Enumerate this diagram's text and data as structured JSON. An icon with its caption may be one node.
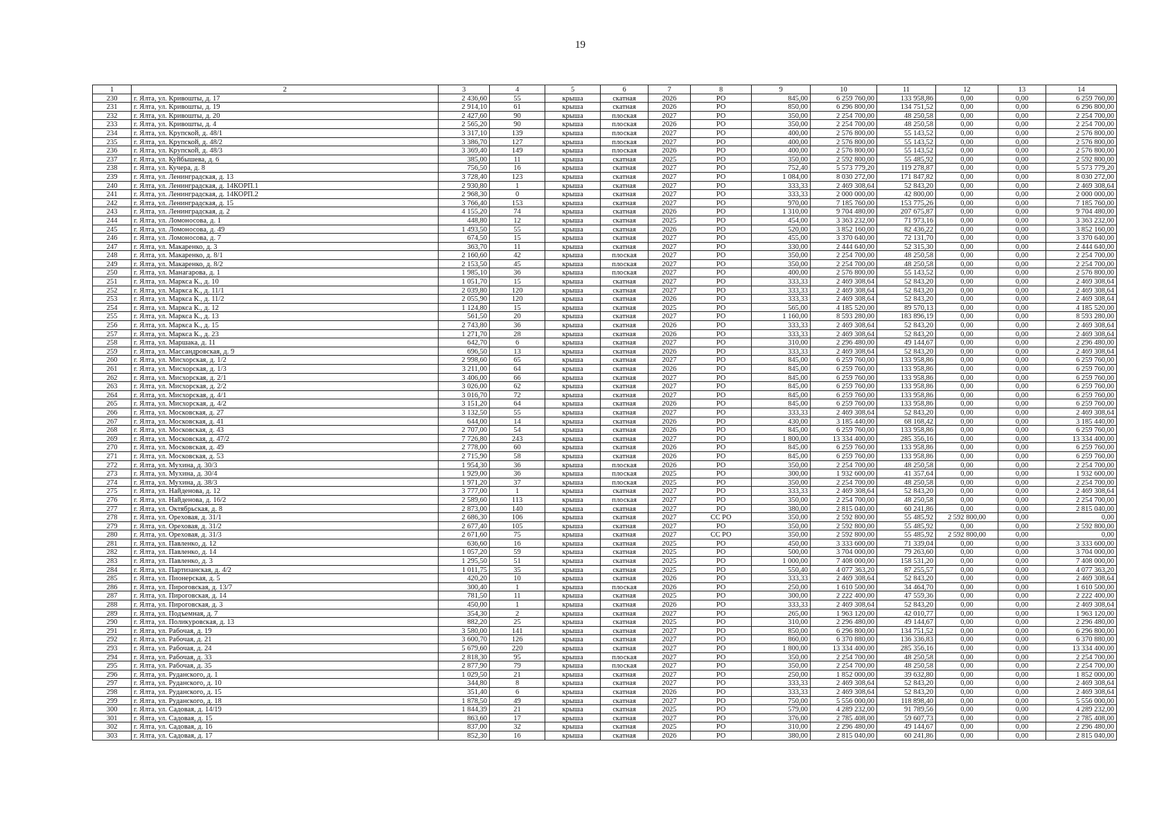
{
  "diagram": {
    "labels": [
      "19",
      "1",
      "2",
      "3",
      "4",
      "5",
      "6",
      "7",
      "8",
      "9",
      "10",
      "11",
      "12",
      "13",
      "14",
      "230",
      "г. Ялта, ул. Кривошты, д. 17",
      "2 436,60",
      "55",
      "крыша",
      "скатная",
      "2026",
      "РО",
      "845,00",
      "6 259 760,00",
      "133 958,86",
      "0,00",
      "0,00",
      "6 259 760,00",
      "231",
      "г. Ялта, ул. Кривошты, д. 19",
      "2 914,10",
      "61",
      "крыша",
      "скатная",
      "2026",
      "РО",
      "850,00",
      "6 296 800,00",
      "134 751,52",
      "0,00",
      "0,00",
      "6 296 800,00",
      "232",
      "г. Ялта, ул. Кривошты, д. 20",
      "2 427,60",
      "90",
      "крыша",
      "плоская",
      "2027",
      "РО",
      "350,00",
      "2 254 700,00",
      "48 250,58",
      "0,00",
      "0,00",
      "2 254 700,00",
      "233",
      "г. Ялта, ул. Кривошты, д. 4",
      "2 565,20",
      "90",
      "крыша",
      "плоская",
      "2026",
      "РО",
      "350,00",
      "2 254 700,00",
      "48 250,58",
      "0,00",
      "0,00",
      "2 254 700,00",
      "234",
      "г. Ялта, ул. Крупской, д. 48/1",
      "3 317,10",
      "139",
      "крыша",
      "плоская",
      "2027",
      "РО",
      "400,00",
      "2 576 800,00",
      "55 143,52",
      "0,00",
      "0,00",
      "2 576 800,00",
      "235",
      "г. Ялта, ул. Крупской, д. 48/2",
      "3 386,70",
      "127",
      "крыша",
      "плоская",
      "2027",
      "РО",
      "400,00",
      "2 576 800,00",
      "55 143,52",
      "0,00",
      "0,00",
      "2 576 800,00",
      "236",
      "г. Ялта, ул. Крупской, д. 48/3",
      "3 369,40",
      "149",
      "крыша",
      "плоская",
      "2026",
      "РО",
      "400,00",
      "2 576 800,00",
      "55 143,52",
      "0,00",
      "0,00",
      "2 576 800,00",
      "237",
      "г. Ялта, ул. Куйбышева, д. 6",
      "385,00",
      "11",
      "крыша",
      "скатная",
      "2025",
      "РО",
      "350,00",
      "2 592 800,00",
      "55 485,92",
      "0,00",
      "0,00",
      "2 592 800,00",
      "238",
      "г. Ялта, ул. Кучера, д. 8",
      "756,50",
      "16",
      "крыша",
      "скатная",
      "2027",
      "РО",
      "752,40",
      "5 573 779,20",
      "119 278,87",
      "0,00",
      "0,00",
      "5 573 779,20",
      "239",
      "г. Ялта, ул. Ленинградская, д. 13",
      "3 728,40",
      "123",
      "крыша",
      "скатная",
      "2027",
      "РО",
      "1 084,00",
      "8 030 272,00",
      "171 847,82",
      "0,00",
      "0,00",
      "8 030 272,00",
      "240",
      "г. Ялта, ул. Ленинградская, д. 14КОРП.1",
      "2 930,80",
      "1",
      "крыша",
      "скатная",
      "2027",
      "РО",
      "333,33",
      "2 469 308,64",
      "52 843,20",
      "0,00",
      "0,00",
      "2 469 308,64",
      "241",
      "г. Ялта, ул. Ленинградская, д. 14КОРП.2",
      "2 968,30",
      "0",
      "крыша",
      "скатная",
      "2027",
      "РО",
      "333,33",
      "2 000 000,00",
      "42 800,00",
      "0,00",
      "0,00",
      "2 000 000,00",
      "242",
      "г. Ялта, ул. Ленинградская, д. 15",
      "3 766,40",
      "153",
      "крыша",
      "скатная",
      "2027",
      "РО",
      "970,00",
      "7 185 760,00",
      "153 775,26",
      "0,00",
      "0,00",
      "7 185 760,00",
      "243",
      "г. Ялта, ул. Ленинградская, д. 2",
      "4 155,20",
      "74",
      "крыша",
      "скатная",
      "2026",
      "РО",
      "1 310,00",
      "9 704 480,00",
      "207 675,87",
      "0,00",
      "0,00",
      "9 704 480,00",
      "244",
      "г. Ялта, ул. Ломоносова, д. 1",
      "448,80",
      "12",
      "крыша",
      "скатная",
      "2025",
      "РО",
      "454,00",
      "3 363 232,00",
      "71 973,16",
      "0,00",
      "0,00",
      "3 363 232,00",
      "245",
      "г. Ялта, ул. Ломоносова, д. 49",
      "1 493,50",
      "55",
      "крыша",
      "скатная",
      "2026",
      "РО",
      "520,00",
      "3 852 160,00",
      "82 436,22",
      "0,00",
      "0,00",
      "3 852 160,00",
      "246",
      "г. Ялта, ул. Ломоносова, д. 7",
      "674,50",
      "15",
      "крыша",
      "скатная",
      "2027",
      "РО",
      "455,00",
      "3 370 640,00",
      "72 131,70",
      "0,00",
      "0,00",
      "3 370 640,00",
      "247",
      "г. Ялта, ул. Макаренко, д. 3",
      "363,70",
      "11",
      "крыша",
      "скатная",
      "2027",
      "РО",
      "330,00",
      "2 444 640,00",
      "52 315,30",
      "0,00",
      "0,00",
      "2 444 640,00",
      "248",
      "г. Ялта, ул. Макаренко, д. 8/1",
      "2 160,60",
      "42",
      "крыша",
      "плоская",
      "2027",
      "РО",
      "350,00",
      "2 254 700,00",
      "48 250,58",
      "0,00",
      "0,00",
      "2 254 700,00",
      "249",
      "г. Ялта, ул. Макаренко, д. 8/2",
      "2 153,50",
      "45",
      "крыша",
      "плоская",
      "2027",
      "РО",
      "350,00",
      "2 254 700,00",
      "48 250,58",
      "0,00",
      "0,00",
      "2 254 700,00",
      "250",
      "г. Ялта, ул. Манагарова, д. 1",
      "1 985,10",
      "36",
      "крыша",
      "плоская",
      "2027",
      "РО",
      "400,00",
      "2 576 800,00",
      "55 143,52",
      "0,00",
      "0,00",
      "2 576 800,00",
      "251",
      "г. Ялта, ул. Маркса К., д. 10",
      "1 051,70",
      "15",
      "крыша",
      "скатная",
      "2027",
      "РО",
      "333,33",
      "2 469 308,64",
      "52 843,20",
      "0,00",
      "0,00",
      "2 469 308,64",
      "252",
      "г. Ялта, ул. Маркса К., д. 11/1",
      "2 039,80",
      "120",
      "крыша",
      "скатная",
      "2027",
      "РО",
      "333,33",
      "2 469 308,64",
      "52 843,20",
      "0,00",
      "0,00",
      "2 469 308,64",
      "253",
      "г. Ялта, ул. Маркса К., д. 11/2",
      "2 055,90",
      "120",
      "крыша",
      "скатная",
      "2026",
      "РО",
      "333,33",
      "2 469 308,64",
      "52 843,20",
      "0,00",
      "0,00",
      "2 469 308,64",
      "254",
      "г. Ялта, ул. Маркса К., д. 12",
      "1 124,80",
      "15",
      "крыша",
      "скатная",
      "2025",
      "РО",
      "565,00",
      "4 185 520,00",
      "89 570,13",
      "0,00",
      "0,00",
      "4 185 520,00",
      "255",
      "г. Ялта, ул. Маркса К., д. 13",
      "561,50",
      "20",
      "крыша",
      "скатная",
      "2027",
      "РО",
      "1 160,00",
      "8 593 280,00",
      "183 896,19",
      "0,00",
      "0,00",
      "8 593 280,00",
      "256",
      "г. Ялта, ул. Маркса К., д. 15",
      "2 743,80",
      "36",
      "крыша",
      "скатная",
      "2026",
      "РО",
      "333,33",
      "2 469 308,64",
      "52 843,20",
      "0,00",
      "0,00",
      "2 469 308,64",
      "257",
      "г. Ялта, ул. Маркса К., д. 23",
      "1 271,70",
      "28",
      "крыша",
      "скатная",
      "2026",
      "РО",
      "333,33",
      "2 469 308,64",
      "52 843,20",
      "0,00",
      "0,00",
      "2 469 308,64",
      "258",
      "г. Ялта, ул. Маршака, д. 11",
      "642,70",
      "6",
      "крыша",
      "скатная",
      "2027",
      "РО",
      "310,00",
      "2 296 480,00",
      "49 144,67",
      "0,00",
      "0,00",
      "2 296 480,00",
      "259",
      "г. Ялта, ул. Массандровская, д. 9",
      "696,50",
      "13",
      "крыша",
      "скатная",
      "2026",
      "РО",
      "333,33",
      "2 469 308,64",
      "52 843,20",
      "0,00",
      "0,00",
      "2 469 308,64",
      "260",
      "г. Ялта, ул. Мисхорская, д. 1/2",
      "2 998,60",
      "65",
      "крыша",
      "скатная",
      "2027",
      "РО",
      "845,00",
      "6 259 760,00",
      "133 958,86",
      "0,00",
      "0,00",
      "6 259 760,00",
      "261",
      "г. Ялта, ул. Мисхорская, д. 1/3",
      "3 211,00",
      "64",
      "крыша",
      "скатная",
      "2026",
      "РО",
      "845,00",
      "6 259 760,00",
      "133 958,86",
      "0,00",
      "0,00",
      "6 259 760,00",
      "262",
      "г. Ялта, ул. Мисхорская, д. 2/1",
      "3 406,00",
      "66",
      "крыша",
      "скатная",
      "2027",
      "РО",
      "845,00",
      "6 259 760,00",
      "133 958,86",
      "0,00",
      "0,00",
      "6 259 760,00",
      "263",
      "г. Ялта, ул. Мисхорская, д. 2/2",
      "3 026,00",
      "62",
      "крыша",
      "скатная",
      "2027",
      "РО",
      "845,00",
      "6 259 760,00",
      "133 958,86",
      "0,00",
      "0,00",
      "6 259 760,00",
      "264",
      "г. Ялта, ул. Мисхорская, д. 4/1",
      "3 016,70",
      "72",
      "крыша",
      "скатная",
      "2027",
      "РО",
      "845,00",
      "6 259 760,00",
      "133 958,86",
      "0,00",
      "0,00",
      "6 259 760,00",
      "265",
      "г. Ялта, ул. Мисхорская, д. 4/2",
      "3 151,20",
      "64",
      "крыша",
      "скатная",
      "2026",
      "РО",
      "845,00",
      "6 259 760,00",
      "133 958,86",
      "0,00",
      "0,00",
      "6 259 760,00",
      "266",
      "г. Ялта, ул. Московская, д. 27",
      "3 132,50",
      "55",
      "крыша",
      "скатная",
      "2027",
      "РО",
      "333,33",
      "2 469 308,64",
      "52 843,20",
      "0,00",
      "0,00",
      "2 469 308,64",
      "267",
      "г. Ялта, ул. Московская, д. 41",
      "644,00",
      "14",
      "крыша",
      "скатная",
      "2026",
      "РО",
      "430,00",
      "3 185 440,00",
      "68 168,42",
      "0,00",
      "0,00",
      "3 185 440,00",
      "268",
      "г. Ялта, ул. Московская, д. 43",
      "2 707,00",
      "54",
      "крыша",
      "скатная",
      "2026",
      "РО",
      "845,00",
      "6 259 760,00",
      "133 958,86",
      "0,00",
      "0,00",
      "6 259 760,00",
      "269",
      "г. Ялта, ул. Московская, д. 47/2",
      "7 726,80",
      "243",
      "крыша",
      "скатная",
      "2027",
      "РО",
      "1 800,00",
      "13 334 400,00",
      "285 356,16",
      "0,00",
      "0,00",
      "13 334 400,00",
      "270",
      "г. Ялта, ул. Московская, д. 49",
      "2 778,00",
      "60",
      "крыша",
      "скатная",
      "2026",
      "РО",
      "845,00",
      "6 259 760,00",
      "133 958,86",
      "0,00",
      "0,00",
      "6 259 760,00",
      "271",
      "г. Ялта, ул. Московская, д. 53",
      "2 715,90",
      "58",
      "крыша",
      "скатная",
      "2026",
      "РО",
      "845,00",
      "6 259 760,00",
      "133 958,86",
      "0,00",
      "0,00",
      "6 259 760,00",
      "272",
      "г. Ялта, ул. Мухина, д. 30/3",
      "1 954,30",
      "36",
      "крыша",
      "плоская",
      "2026",
      "РО",
      "350,00",
      "2 254 700,00",
      "48 250,58",
      "0,00",
      "0,00",
      "2 254 700,00",
      "273",
      "г. Ялта, ул. Мухина, д. 30/4",
      "1 929,00",
      "36",
      "крыша",
      "плоская",
      "2025",
      "РО",
      "300,00",
      "1 932 600,00",
      "41 357,64",
      "0,00",
      "0,00",
      "1 932 600,00",
      "274",
      "г. Ялта, ул. Мухина, д. 38/3",
      "1 971,20",
      "37",
      "крыша",
      "плоская",
      "2025",
      "РО",
      "350,00",
      "2 254 700,00",
      "48 250,58",
      "0,00",
      "0,00",
      "2 254 700,00",
      "275",
      "г. Ялта, ул. Найденова, д. 12",
      "3 777,00",
      "1",
      "крыша",
      "скатная",
      "2027",
      "РО",
      "333,33",
      "2 469 308,64",
      "52 843,20",
      "0,00",
      "0,00",
      "2 469 308,64",
      "276",
      "г. Ялта, ул. Найденова, д. 16/2",
      "2 589,60",
      "113",
      "крыша",
      "плоская",
      "2027",
      "РО",
      "350,00",
      "2 254 700,00",
      "48 250,58",
      "0,00",
      "0,00",
      "2 254 700,00",
      "277",
      "г. Ялта, ул. Октябрьская, д. 8",
      "2 873,00",
      "140",
      "крыша",
      "скатная",
      "2027",
      "РО",
      "380,00",
      "2 815 040,00",
      "60 241,86",
      "0,00",
      "0,00",
      "2 815 040,00",
      "278",
      "г. Ялта, ул. Ореховая, д. 31/1",
      "2 686,30",
      "106",
      "крыша",
      "скатная",
      "2027",
      "СС РО",
      "350,00",
      "2 592 800,00",
      "55 485,92",
      "2 592 800,00",
      "0,00",
      "0,00",
      "279",
      "г. Ялта, ул. Ореховая, д. 31/2",
      "2 677,40",
      "105",
      "крыша",
      "скатная",
      "2027",
      "РО",
      "350,00",
      "2 592 800,00",
      "55 485,92",
      "0,00",
      "0,00",
      "2 592 800,00",
      "280",
      "г. Ялта, ул. Ореховая, д. 31/3",
      "2 671,60",
      "75",
      "крыша",
      "скатная",
      "2027",
      "СС РО",
      "350,00",
      "2 592 800,00",
      "55 485,92",
      "2 592 800,00",
      "0,00",
      "0,00",
      "281",
      "г. Ялта, ул. Павленко, д. 12",
      "636,60",
      "16",
      "крыша",
      "скатная",
      "2025",
      "РО",
      "450,00",
      "3 333 600,00",
      "71 339,04",
      "0,00",
      "0,00",
      "3 333 600,00",
      "282",
      "г. Ялта, ул. Павленко, д. 14",
      "1 057,20",
      "59",
      "крыша",
      "скатная",
      "2025",
      "РО",
      "500,00",
      "3 704 000,00",
      "79 263,60",
      "0,00",
      "0,00",
      "3 704 000,00",
      "283",
      "г. Ялта, ул. Павленко, д. 3",
      "1 295,50",
      "51",
      "крыша",
      "скатная",
      "2025",
      "РО",
      "1 000,00",
      "7 408 000,00",
      "158 531,20",
      "0,00",
      "0,00",
      "7 408 000,00",
      "284",
      "г. Ялта, ул. Партизанская, д. 4/2",
      "1 011,75",
      "35",
      "крыша",
      "скатная",
      "2025",
      "РО",
      "550,40",
      "4 077 363,20",
      "87 255,57",
      "0,00",
      "0,00",
      "4 077 363,20",
      "285",
      "г. Ялта, ул. Пионерская, д. 5",
      "420,20",
      "10",
      "крыша",
      "скатная",
      "2026",
      "РО",
      "333,33",
      "2 469 308,64",
      "52 843,20",
      "0,00",
      "0,00",
      "2 469 308,64",
      "286",
      "г. Ялта, ул. Пироговская, д. 13/7",
      "300,40",
      "1",
      "крыша",
      "плоская",
      "2026",
      "РО",
      "250,00",
      "1 610 500,00",
      "34 464,70",
      "0,00",
      "0,00",
      "1 610 500,00",
      "287",
      "г. Ялта, ул. Пироговская, д. 14",
      "781,50",
      "11",
      "крыша",
      "скатная",
      "2025",
      "РО",
      "300,00",
      "2 222 400,00",
      "47 559,36",
      "0,00",
      "0,00",
      "2 222 400,00",
      "288",
      "г. Ялта, ул. Пироговская, д. 3",
      "450,00",
      "1",
      "крыша",
      "скатная",
      "2026",
      "РО",
      "333,33",
      "2 469 308,64",
      "52 843,20",
      "0,00",
      "0,00",
      "2 469 308,64",
      "289",
      "г. Ялта, ул. Подъемная, д. 7",
      "354,30",
      "2",
      "крыша",
      "скатная",
      "2027",
      "РО",
      "265,00",
      "1 963 120,00",
      "42 010,77",
      "0,00",
      "0,00",
      "1 963 120,00",
      "290",
      "г. Ялта, ул. Поликуровская, д. 13",
      "882,20",
      "25",
      "крыша",
      "скатная",
      "2025",
      "РО",
      "310,00",
      "2 296 480,00",
      "49 144,67",
      "0,00",
      "0,00",
      "2 296 480,00",
      "291",
      "г. Ялта, ул. Рабочая, д. 19",
      "3 580,00",
      "141",
      "крыша",
      "скатная",
      "2027",
      "РО",
      "850,00",
      "6 296 800,00",
      "134 751,52",
      "0,00",
      "0,00",
      "6 296 800,00",
      "292",
      "г. Ялта, ул. Рабочая, д. 21",
      "3 600,70",
      "126",
      "крыша",
      "скатная",
      "2027",
      "РО",
      "860,00",
      "6 370 880,00",
      "136 336,83",
      "0,00",
      "0,00",
      "6 370 880,00",
      "293",
      "г. Ялта, ул. Рабочая, д. 24",
      "5 679,60",
      "220",
      "крыша",
      "скатная",
      "2027",
      "РО",
      "1 800,00",
      "13 334 400,00",
      "285 356,16",
      "0,00",
      "0,00",
      "13 334 400,00",
      "294",
      "г. Ялта, ул. Рабочая, д. 33",
      "2 818,30",
      "95",
      "крыша",
      "плоская",
      "2027",
      "РО",
      "350,00",
      "2 254 700,00",
      "48 250,58",
      "0,00",
      "0,00",
      "2 254 700,00",
      "295",
      "г. Ялта, ул. Рабочая, д. 35",
      "2 877,90",
      "79",
      "крыша",
      "плоская",
      "2027",
      "РО",
      "350,00",
      "2 254 700,00",
      "48 250,58",
      "0,00",
      "0,00",
      "2 254 700,00",
      "296",
      "г. Ялта, ул. Руданского, д. 1",
      "1 029,50",
      "21",
      "крыша",
      "скатная",
      "2027",
      "РО",
      "250,00",
      "1 852 000,00",
      "39 632,80",
      "0,00",
      "0,00",
      "1 852 000,00",
      "297",
      "г. Ялта, ул. Руданского, д. 10",
      "344,80",
      "8",
      "крыша",
      "скатная",
      "2027",
      "РО",
      "333,33",
      "2 469 308,64",
      "52 843,20",
      "0,00",
      "0,00",
      "2 469 308,64",
      "298",
      "г. Ялта, ул. Руданского, д. 15",
      "351,40",
      "6",
      "крыша",
      "скатная",
      "2026",
      "РО",
      "333,33",
      "2 469 308,64",
      "52 843,20",
      "0,00",
      "0,00",
      "2 469 308,64",
      "299",
      "г. Ялта, ул. Руданского, д. 18",
      "1 878,50",
      "49",
      "крыша",
      "скатная",
      "2027",
      "РО",
      "750,00",
      "5 556 000,00",
      "118 898,40",
      "0,00",
      "0,00",
      "5 556 000,00",
      "300",
      "г. Ялта, ул. Садовая, д. 14/19",
      "1 844,39",
      "21",
      "крыша",
      "скатная",
      "2025",
      "РО",
      "579,00",
      "4 289 232,00",
      "91 789,56",
      "0,00",
      "0,00",
      "4 289 232,00",
      "301",
      "г. Ялта, ул. Садовая, д. 15",
      "863,60",
      "17",
      "крыша",
      "скатная",
      "2027",
      "РО",
      "376,00",
      "2 785 408,00",
      "59 607,73",
      "0,00",
      "0,00",
      "2 785 408,00",
      "302",
      "г. Ялта, ул. Садовая, д. 16",
      "837,00",
      "32",
      "крыша",
      "скатная",
      "2025",
      "РО",
      "310,00",
      "2 296 480,00",
      "49 144,67",
      "0,00",
      "0,00",
      "2 296 480,00",
      "303",
      "г. Ялта, ул. Садовая, д. 17",
      "852,30",
      "16",
      "крыша",
      "скатная",
      "2026",
      "РО",
      "380,00",
      "2 815 040,00",
      "60 241,86",
      "0,00",
      "0,00",
      "2 815 040,00"
    ]
  }
}
